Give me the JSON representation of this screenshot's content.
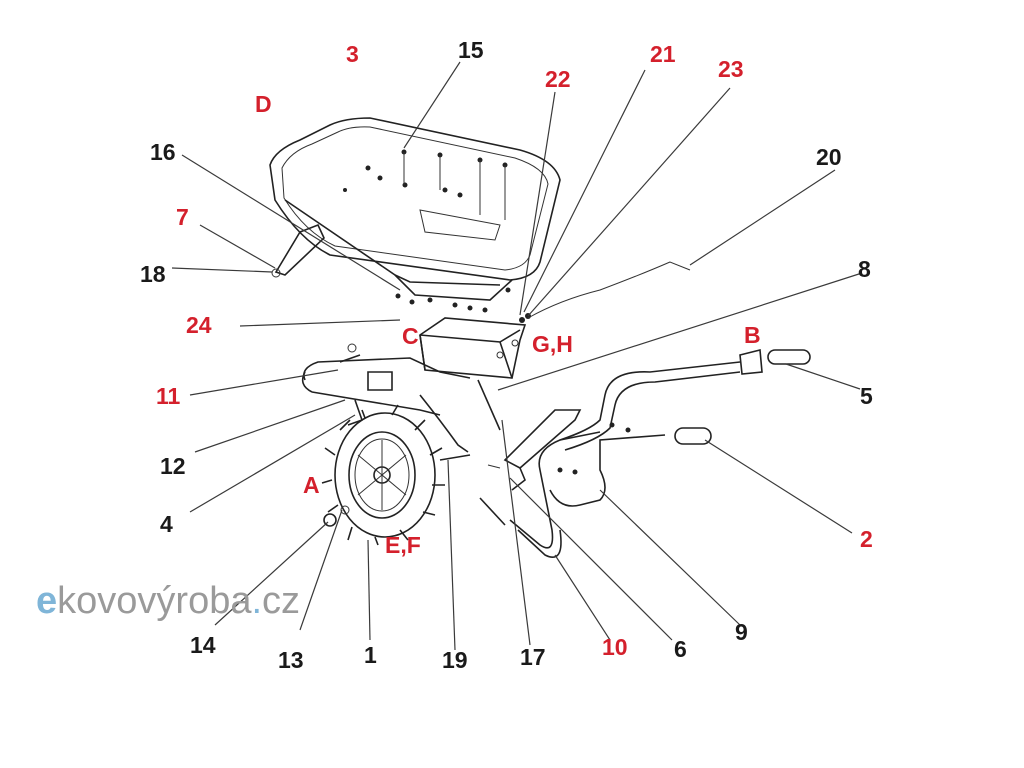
{
  "labels": {
    "l1": "1",
    "l2": "2",
    "l3": "3",
    "l4": "4",
    "l5": "5",
    "l6": "6",
    "l7": "7",
    "l8": "8",
    "l9": "9",
    "l10": "10",
    "l11": "11",
    "l12": "12",
    "l13": "13",
    "l14": "14",
    "l15": "15",
    "l16": "16",
    "l17": "17",
    "l18": "18",
    "l19": "19",
    "l20": "20",
    "l21": "21",
    "l22": "22",
    "l23": "23",
    "l24": "24",
    "lA": "A",
    "lB": "B",
    "lC": "C",
    "lD": "D",
    "lEF": "E,F",
    "lGH": "G,H"
  },
  "logo": {
    "e": "e",
    "rest": "kovovýroba",
    "dot": ".",
    "tld": "cz"
  },
  "colors": {
    "red_label": "#d4202c",
    "black_label": "#1a1a1a",
    "logo_blue": "#7fb5d8",
    "logo_gray": "#9a9a9a"
  }
}
